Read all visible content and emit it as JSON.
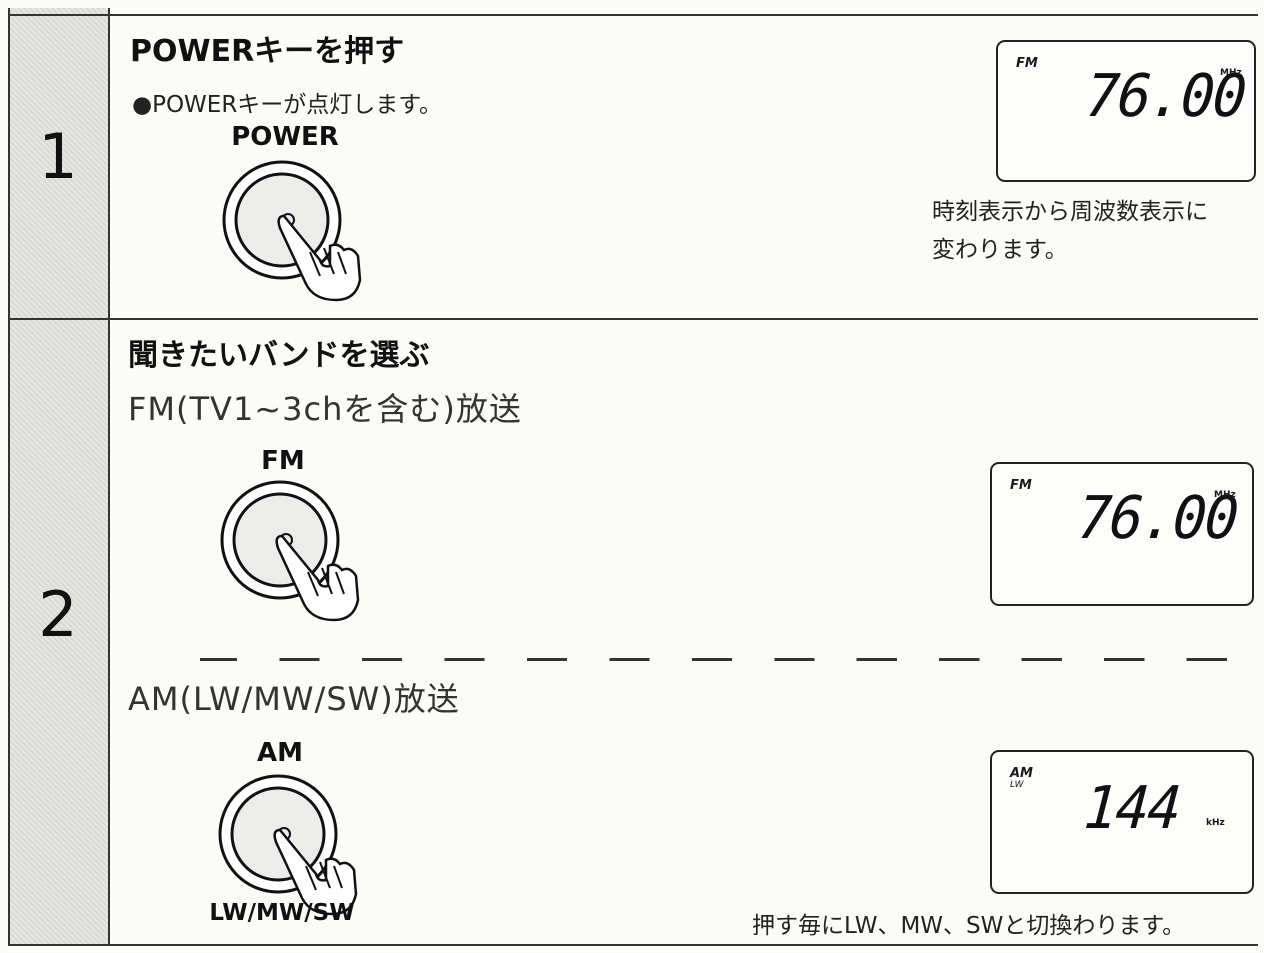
{
  "steps": [
    {
      "number": "1",
      "heading": "POWERキーを押す",
      "note": "●POWERキーが点灯します。",
      "button_label": "POWER",
      "display": {
        "band": "FM",
        "frequency": "76.00",
        "unit": "MHz"
      },
      "caption_line1": "時刻表示から周波数表示に",
      "caption_line2": "変わります。"
    },
    {
      "number": "2",
      "heading": "聞きたいバンドを選ぶ",
      "fm": {
        "title": "FM(TV1~3chを含む)放送",
        "button_label": "FM",
        "display": {
          "band": "FM",
          "frequency": "76.00",
          "unit": "MHz"
        }
      },
      "am": {
        "title": "AM(LW/MW/SW)放送",
        "button_label": "AM",
        "button_sublabel": "LW/MW/SW",
        "display": {
          "band": "AM",
          "subband": "LW",
          "frequency": "144",
          "unit": "kHz"
        },
        "caption": "押す毎にLW、MW、SWと切換わります。"
      }
    }
  ]
}
